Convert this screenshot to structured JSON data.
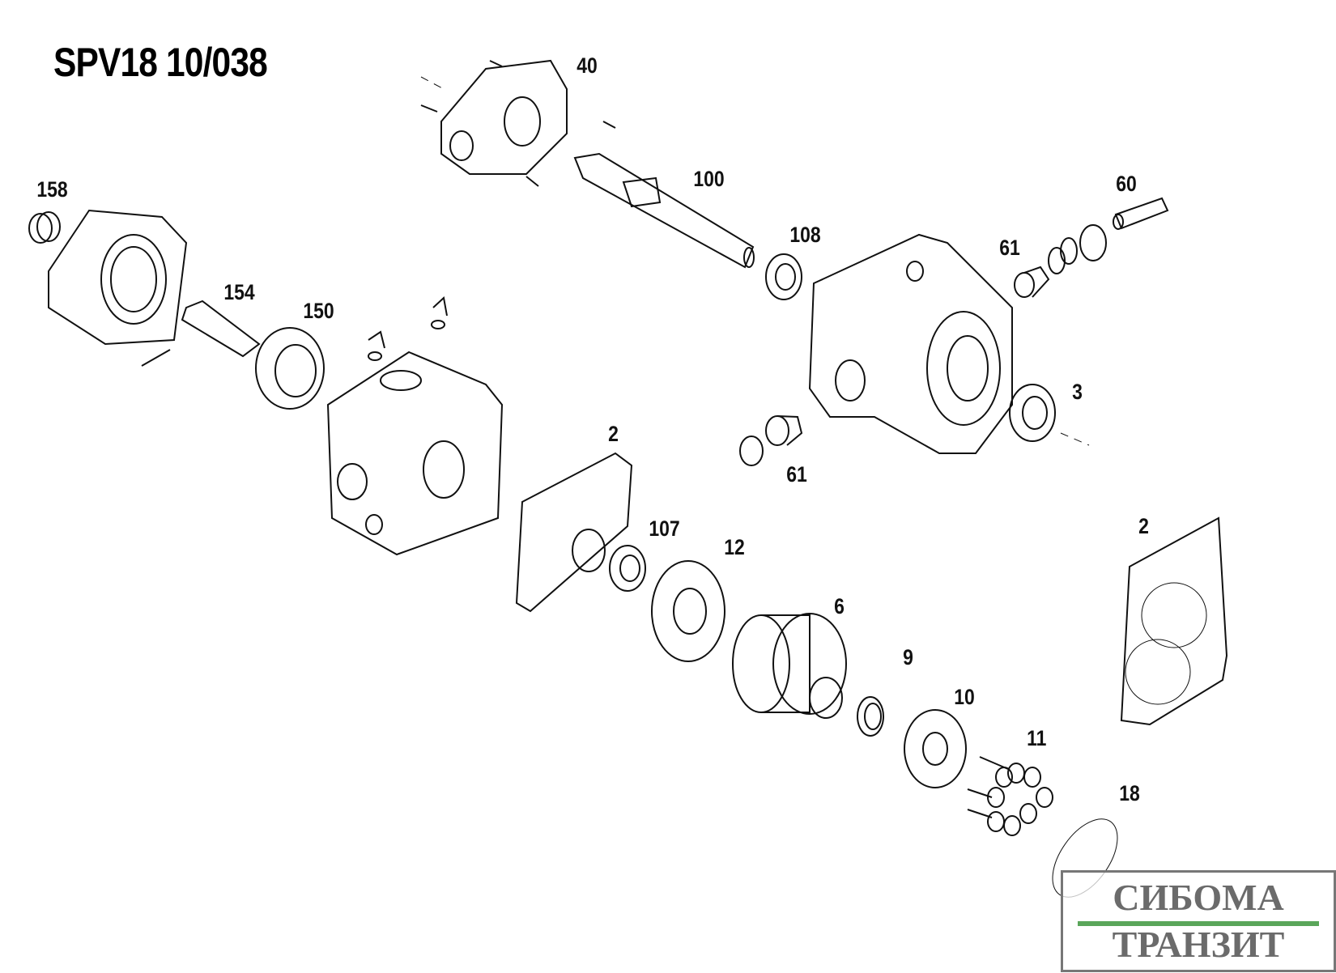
{
  "title": "SPV18 10/038",
  "part_labels": [
    "40",
    "158",
    "100",
    "60",
    "108",
    "61",
    "154",
    "150",
    "3",
    "2",
    "61",
    "2",
    "107",
    "12",
    "6",
    "9",
    "10",
    "11",
    "18"
  ],
  "logo": {
    "line1": "СИБОМА",
    "line2": "ТРАНЗИТ",
    "accent_color": "#5aa65a"
  }
}
